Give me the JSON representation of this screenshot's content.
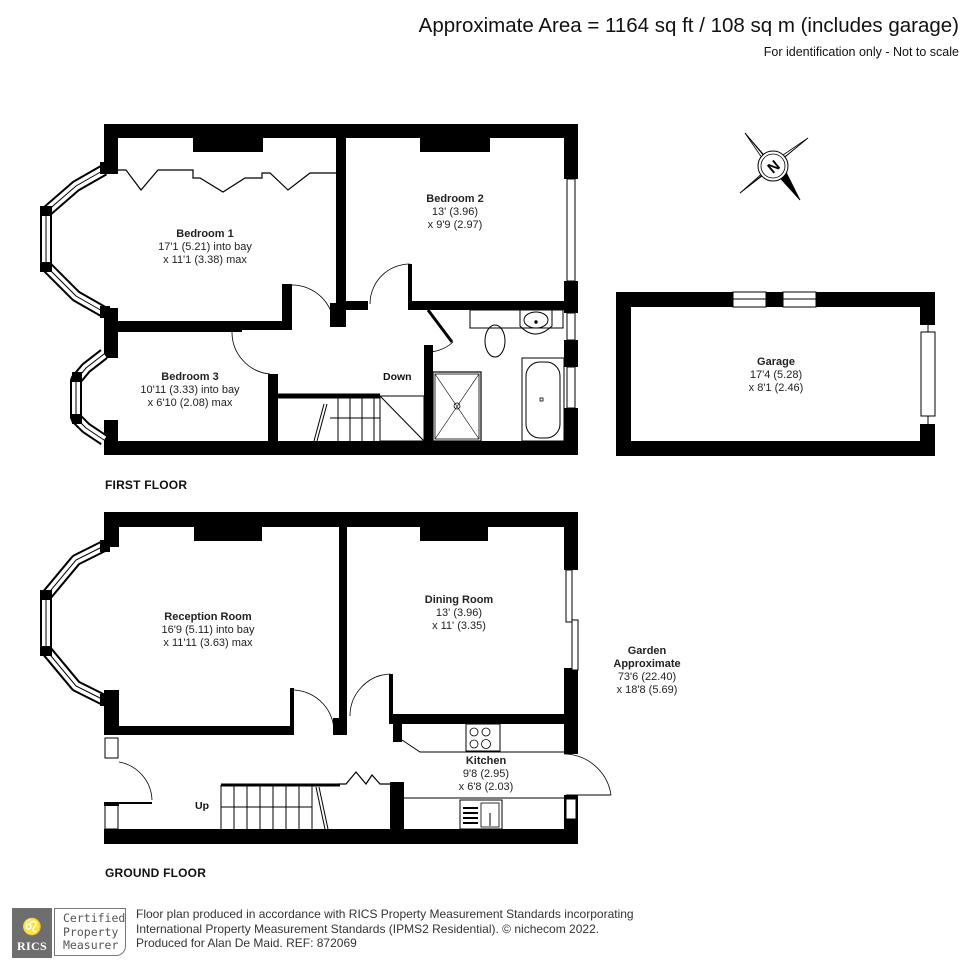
{
  "header": {
    "title": "Approximate Area = 1164 sq ft / 108 sq m (includes garage)",
    "subtitle": "For identification only - Not to scale"
  },
  "compass": {
    "icon": "north-compass-icon",
    "label": "N"
  },
  "first_floor": {
    "label": "FIRST FLOOR",
    "stairs_label": "Down",
    "rooms": [
      {
        "name": "Bedroom 1",
        "dim1": "17'1 (5.21) into bay",
        "dim2": "x 11'1 (3.38) max"
      },
      {
        "name": "Bedroom 2",
        "dim1": "13' (3.96)",
        "dim2": "x 9'9 (2.97)"
      },
      {
        "name": "Bedroom 3",
        "dim1": "10'11 (3.33) into bay",
        "dim2": "x 6'10 (2.08) max"
      }
    ]
  },
  "garage": {
    "name": "Garage",
    "dim1": "17'4 (5.28)",
    "dim2": "x 8'1 (2.46)"
  },
  "ground_floor": {
    "label": "GROUND FLOOR",
    "stairs_label": "Up",
    "rooms": [
      {
        "name": "Reception Room",
        "dim1": "16'9 (5.11) into bay",
        "dim2": "x 11'11 (3.63) max"
      },
      {
        "name": "Dining Room",
        "dim1": "13' (3.96)",
        "dim2": "x 11' (3.35)"
      },
      {
        "name": "Kitchen",
        "dim1": "9'8 (2.95)",
        "dim2": "x 6'8 (2.03)"
      }
    ]
  },
  "garden": {
    "name1": "Garden",
    "name2": "Approximate",
    "dim1": "73'6 (22.40)",
    "dim2": "x 18'8 (5.69)"
  },
  "footer": {
    "badge_brand": "RICS",
    "badge_lines": [
      "Certified",
      "Property",
      "Measurer"
    ],
    "text_lines": [
      "Floor plan produced in accordance with RICS Property Measurement Standards incorporating",
      "International Property Measurement Standards (IPMS2 Residential).   © nichecom 2022.",
      "Produced for Alan De Maid.   REF: 872069"
    ]
  },
  "colors": {
    "wall": "#000000",
    "background": "#ffffff",
    "badge": "#6e6e6e",
    "text": "#1a1a1a"
  }
}
